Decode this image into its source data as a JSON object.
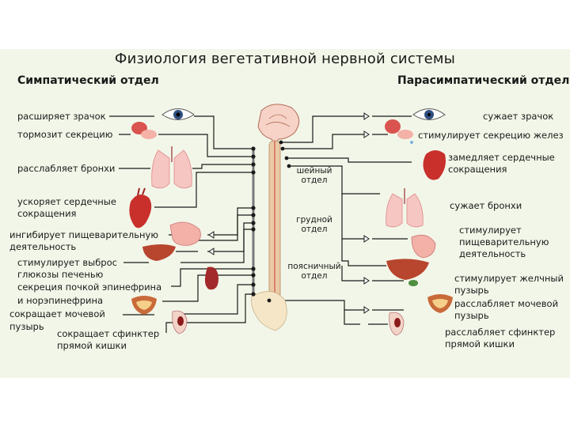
{
  "title": "Физиология вегетативной нервной системы",
  "sympathetic": {
    "heading": "Симпатический отдел",
    "effects": {
      "pupil": "расширяет зрачок",
      "secretion": "тормозит секрецию",
      "bronchi": "расслабляет бронхи",
      "heart_l1": "ускоряет сердечные",
      "heart_l2": "сокращения",
      "digestion_l1": "ингибирует пищеварительную",
      "digestion_l2": "деятельность",
      "glucose_l1": "стимулирует выброс",
      "glucose_l2": "глюкозы печенью",
      "adrenal_l1": "секреция почкой эпинефрина",
      "adrenal_l2": "и норэпинефрина",
      "bladder_l1": "сокращает мочевой",
      "bladder_l2": "пузырь",
      "rectum_l1": "сокращает сфинктер",
      "rectum_l2": "прямой кишки"
    }
  },
  "parasympathetic": {
    "heading": "Парасимпатический отдел",
    "effects": {
      "pupil": "сужает зрачок",
      "secretion": "стимулирует секрецию желез",
      "heart_l1": "замедляет сердечные",
      "heart_l2": "сокращения",
      "bronchi": "сужает бронхи",
      "digestion_l1": "стимулирует",
      "digestion_l2": "пищеварительную",
      "digestion_l3": "деятельность",
      "gallbladder_l1": "стимулирует желчный",
      "gallbladder_l2": "пузырь",
      "bladder_l1": "расслабляет мочевой",
      "bladder_l2": "пузырь",
      "rectum_l1": "расслабляет сфинктер",
      "rectum_l2": "прямой кишки"
    }
  },
  "spine": {
    "cervical_l1": "шейный",
    "cervical_l2": "отдел",
    "thoracic_l1": "грудной",
    "thoracic_l2": "отдел",
    "lumbar_l1": "поясничный",
    "lumbar_l2": "отдел"
  },
  "colors": {
    "background": "#f2f6e8",
    "organ": "#d9534f",
    "organ_light": "#f3b1a8",
    "lung": "#f6c6c3",
    "spine": "#e9c9a6",
    "bone": "#f5e6c8",
    "line": "#1a1a1a"
  }
}
